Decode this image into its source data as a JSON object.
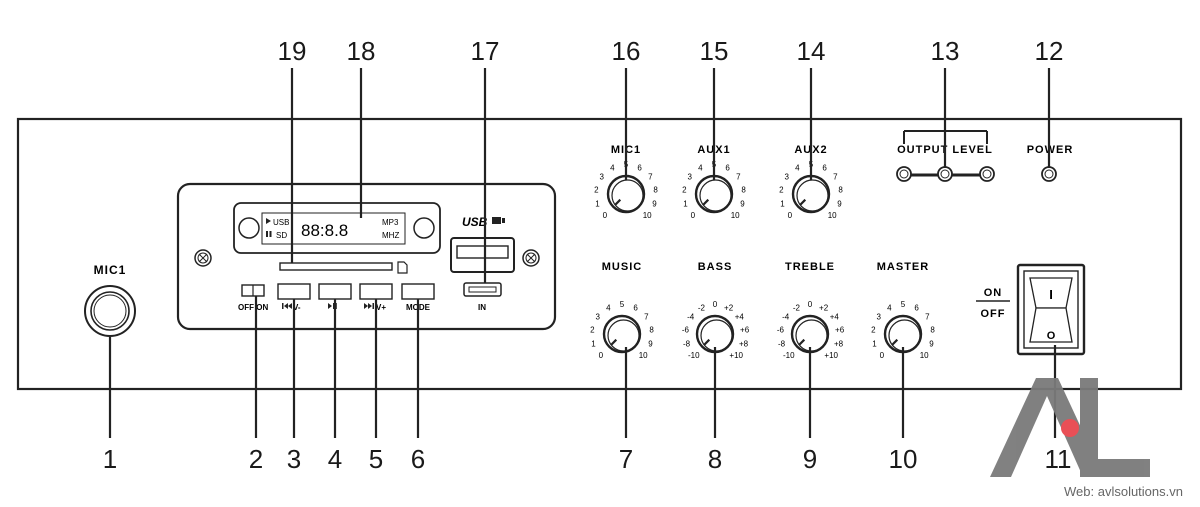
{
  "callouts": {
    "c1": "1",
    "c2": "2",
    "c3": "3",
    "c4": "4",
    "c5": "5",
    "c6": "6",
    "c7": "7",
    "c8": "8",
    "c9": "9",
    "c10": "10",
    "c11": "11",
    "c12": "12",
    "c13": "13",
    "c14": "14",
    "c15": "15",
    "c16": "16",
    "c17": "17",
    "c18": "18",
    "c19": "19"
  },
  "panel": {
    "mic_label": "MIC1",
    "output_level_label": "OUTPUT LEVEL",
    "power_label": "POWER",
    "switch_on": "ON",
    "switch_off": "OFF",
    "switch_on_symbol": "I",
    "switch_off_symbol": "O"
  },
  "player": {
    "usb_label": "USB",
    "sd_label": "SD",
    "display_value": "88:8.8",
    "mp3_label": "MP3",
    "mhz_label": "MHZ",
    "usb_port_logo": "USB",
    "mini_usb_label": "IN",
    "offon_label": "OFF ON",
    "btn_prev_label": "V-",
    "btn_play_label": "",
    "btn_next_label": "V+",
    "btn_mode_label": "MODE"
  },
  "knobs": {
    "mic1": {
      "label": "MIC1",
      "scale": [
        "0",
        "1",
        "2",
        "3",
        "4",
        "5",
        "6",
        "7",
        "8",
        "9",
        "10"
      ]
    },
    "aux1": {
      "label": "AUX1",
      "scale": [
        "0",
        "1",
        "2",
        "3",
        "4",
        "5",
        "6",
        "7",
        "8",
        "9",
        "10"
      ]
    },
    "aux2": {
      "label": "AUX2",
      "scale": [
        "0",
        "1",
        "2",
        "3",
        "4",
        "5",
        "6",
        "7",
        "8",
        "9",
        "10"
      ]
    },
    "music": {
      "label": "MUSIC",
      "scale": [
        "0",
        "1",
        "2",
        "3",
        "4",
        "5",
        "6",
        "7",
        "8",
        "9",
        "10"
      ]
    },
    "bass": {
      "label": "BASS",
      "scale": [
        "-10",
        "-8",
        "-6",
        "-4",
        "-2",
        "0",
        "+2",
        "+4",
        "+6",
        "+8",
        "+10"
      ]
    },
    "treble": {
      "label": "TREBLE",
      "scale": [
        "-10",
        "-8",
        "-6",
        "-4",
        "-2",
        "0",
        "+2",
        "+4",
        "+6",
        "+8",
        "+10"
      ]
    },
    "master": {
      "label": "MASTER",
      "scale": [
        "0",
        "1",
        "2",
        "3",
        "4",
        "5",
        "6",
        "7",
        "8",
        "9",
        "10"
      ]
    }
  },
  "logo": {
    "text": "AVL",
    "website": "Web: avlsolutions.vn",
    "accent_color": "#e8464d",
    "gray_color": "#7a7a7a"
  }
}
